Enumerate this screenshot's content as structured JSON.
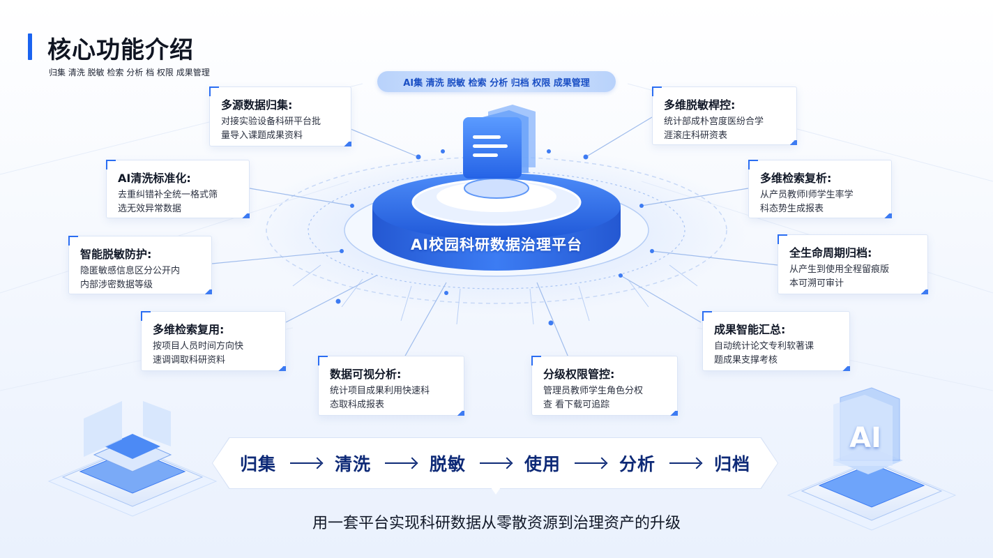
{
  "header": {
    "title": "核心功能介绍",
    "subtitle": "归集 清洗 脱敏 检索 分析 档 权限 成果管理"
  },
  "top_pill": "AI集 清洗 脱敏 检索 分析 归档 权限 成果管理",
  "hub": {
    "label": "AI校园科研数据治理平台"
  },
  "cards": {
    "c1": {
      "title": "多源数据归集:",
      "desc": [
        "对接实验设备科研平台批",
        "量导入课题成果资料"
      ]
    },
    "c2": {
      "title": "AI清洗标准化:",
      "desc": [
        "去重纠错补全统一格式筛",
        "选无效异常数据"
      ]
    },
    "c3": {
      "title": "智能脱敏防护:",
      "desc": [
        "隐匿敏感信息区分公开内",
        "内部涉密数据等级"
      ]
    },
    "c4": {
      "title": "多维检索复用:",
      "desc": [
        "按项目人员时间方向快",
        "速调调取科研资料"
      ]
    },
    "c5": {
      "title": "数据可视分析:",
      "desc": [
        "统计项目成果利用快速科",
        "态取科成报表"
      ]
    },
    "c6": {
      "title": "分级权限管控:",
      "desc": [
        "管理员教师学生角色分权",
        "查 看下载可追踪"
      ]
    },
    "c7": {
      "title": "成果智能汇总:",
      "desc": [
        "自动统计论文专利软著课",
        "题成果支撑考核"
      ]
    },
    "c8": {
      "title": "全生命周期归档:",
      "desc": [
        "从产生到使用全程留痕版",
        "本可溯可审计"
      ]
    },
    "c9": {
      "title": "多维检索复析:",
      "desc": [
        "从产员教师l师学生率学",
        "科态势生成报表"
      ]
    },
    "c10": {
      "title": "多维脱敏桿控:",
      "desc": [
        "统计部成朴宫度医纷合学",
        "涯滚庄科研资表"
      ]
    }
  },
  "flow": {
    "steps": [
      "归集",
      "清洗",
      "脱敏",
      "使用",
      "分析",
      "归档"
    ]
  },
  "slogan": "用一套平台实现科研数据从零散资源到治理资产的升级",
  "ai_badge": "AI",
  "colors": {
    "accent": "#1a63f0",
    "deep_blue": "#0e2a77",
    "hub_blue": "#2f6ff0",
    "light_blue": "#d6e5fd"
  }
}
